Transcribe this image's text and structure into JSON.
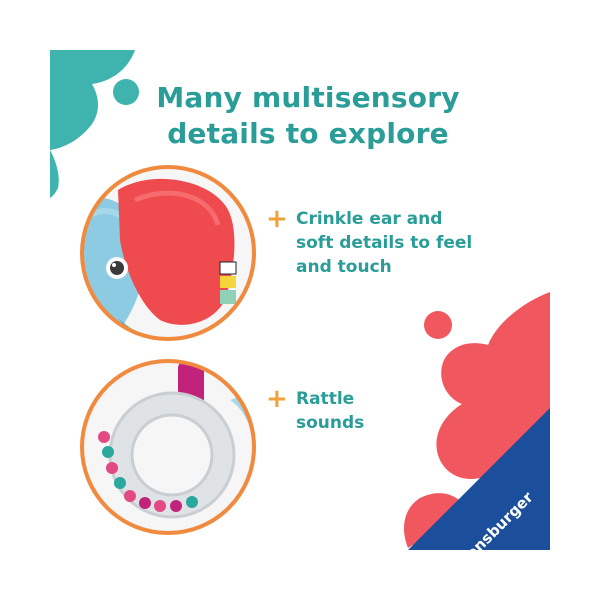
{
  "headline": {
    "line1": "Many multisensory",
    "line2": "details to explore"
  },
  "features": [
    {
      "icon": "plus-icon",
      "lines": [
        "Crinkle ear and",
        "soft details to feel",
        "and touch"
      ]
    },
    {
      "icon": "plus-icon",
      "lines": [
        "Rattle",
        "sounds"
      ]
    }
  ],
  "logo": {
    "text": "Ravensburger"
  },
  "colors": {
    "teal": "#2a9d99",
    "orange": "#f2a13a",
    "coral": "#f0575e",
    "blue": "#1b4f9c"
  }
}
